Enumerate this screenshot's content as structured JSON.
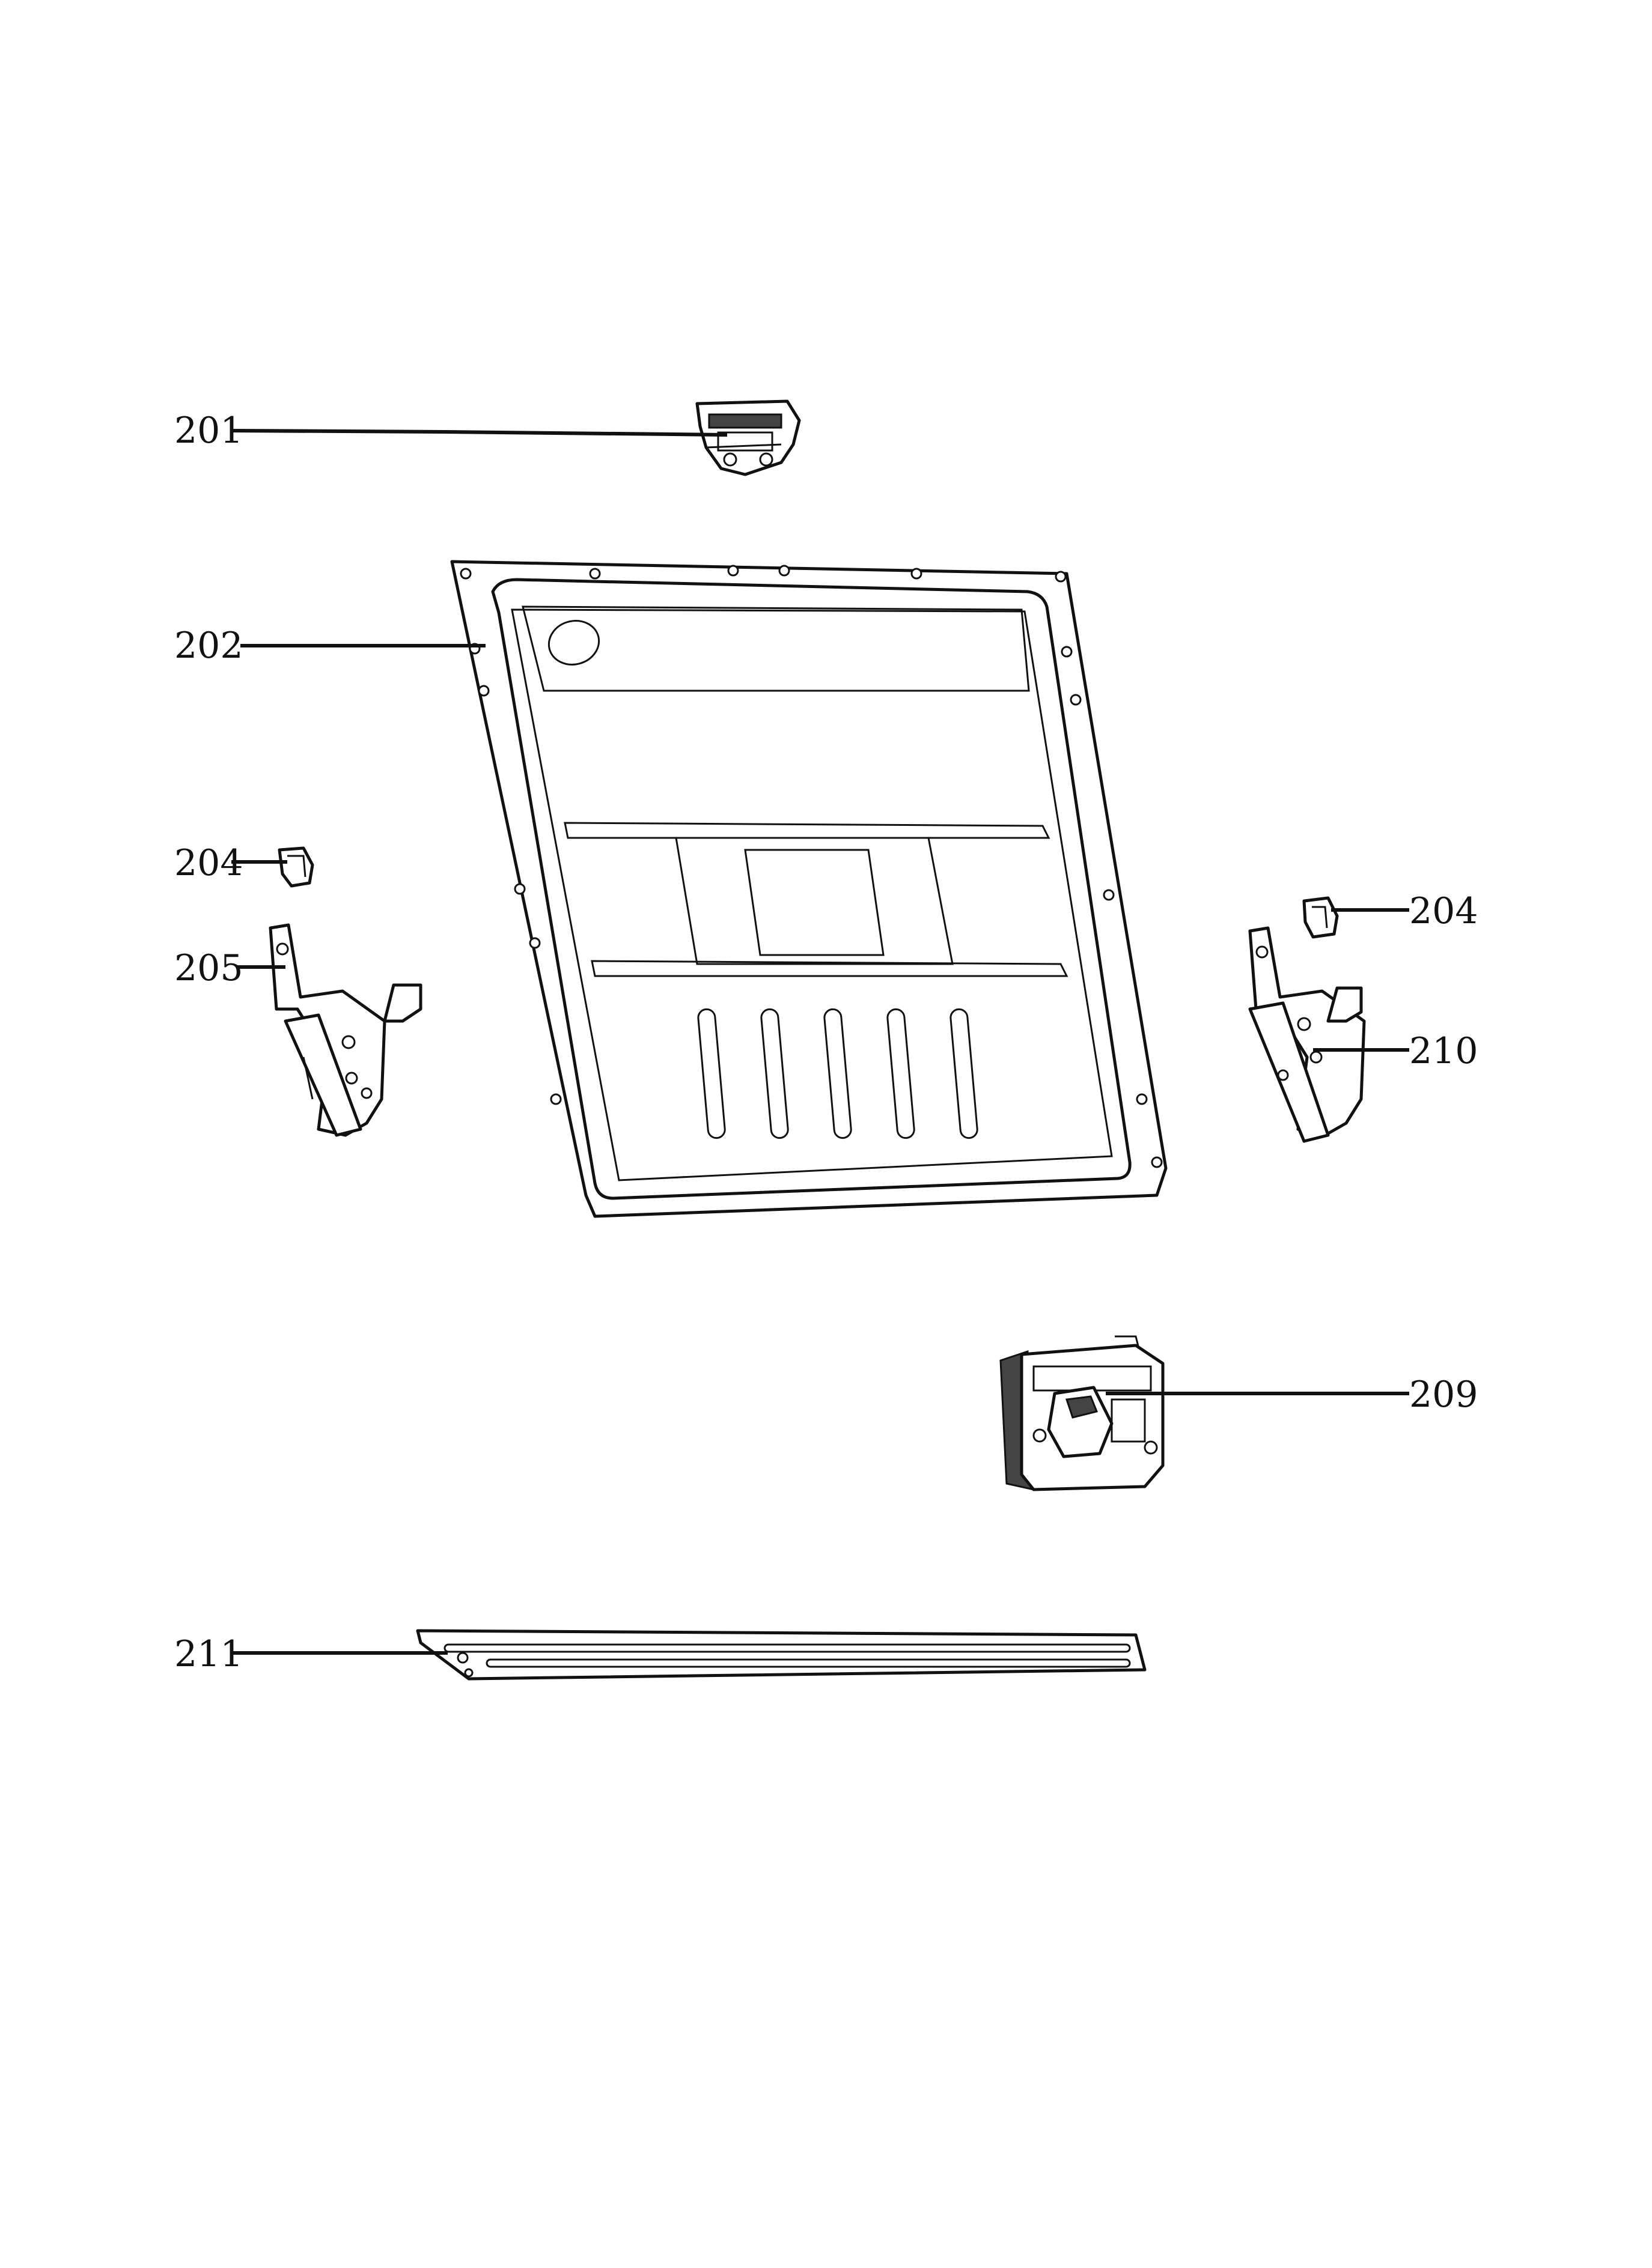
{
  "diagram": {
    "callouts": [
      {
        "id": "201",
        "label": "201"
      },
      {
        "id": "202",
        "label": "202"
      },
      {
        "id": "204-left",
        "label": "204"
      },
      {
        "id": "205",
        "label": "205"
      },
      {
        "id": "204-right",
        "label": "204"
      },
      {
        "id": "210",
        "label": "210"
      },
      {
        "id": "209",
        "label": "209"
      },
      {
        "id": "211",
        "label": "211"
      }
    ],
    "colors": {
      "line": "#111111",
      "background": "#ffffff"
    }
  }
}
